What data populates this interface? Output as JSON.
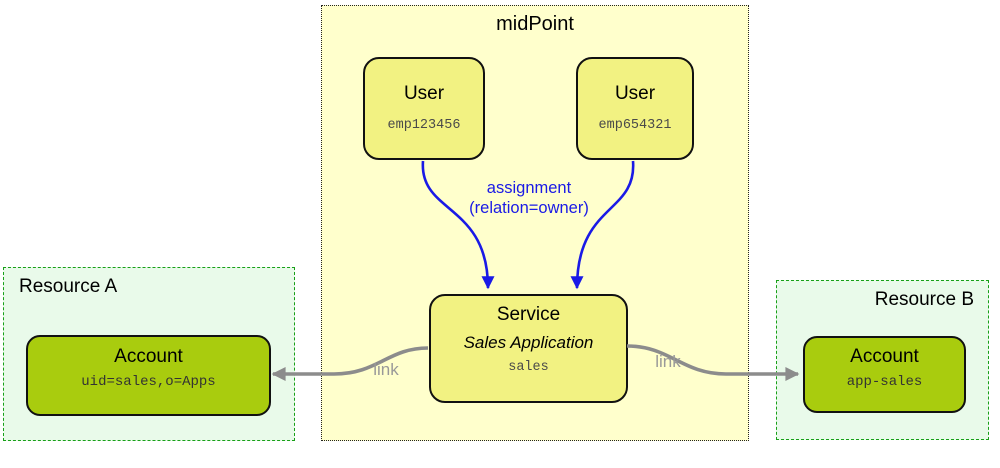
{
  "colors": {
    "midpoint_fill": "#FFFFCC",
    "node_fill": "#F2F282",
    "account_fill": "#A9CC0E",
    "resource_fill": "#E9FAEA",
    "resource_border": "#18A018",
    "assignment_blue": "#1A1AE6",
    "link_gray": "#8C8C8C",
    "link_label_gray": "#999999",
    "node_border": "#111111"
  },
  "midpoint": {
    "title": "midPoint",
    "user1": {
      "title": "User",
      "id": "emp123456"
    },
    "user2": {
      "title": "User",
      "id": "emp654321"
    },
    "service": {
      "title": "Service",
      "display_name": "Sales Application",
      "id": "sales"
    }
  },
  "resource_a": {
    "title": "Resource A",
    "account": {
      "title": "Account",
      "id": "uid=sales,o=Apps"
    }
  },
  "resource_b": {
    "title": "Resource B",
    "account": {
      "title": "Account",
      "id": "app-sales"
    }
  },
  "edges": {
    "assignment": {
      "line1": "assignment",
      "line2": "(relation=owner)"
    },
    "link_left": "link",
    "link_right": "link"
  }
}
